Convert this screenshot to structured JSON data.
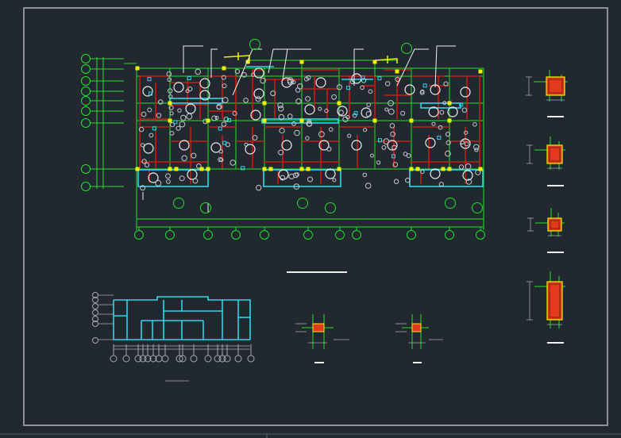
{
  "drawing": {
    "labels": [],
    "colors": {
      "background": "#212830",
      "frame": "#8c9096",
      "axis": "#22e02a",
      "wall": "#cc1a12",
      "fixture": "#c8c8d0",
      "outline": "#2fd6ea",
      "marker": "#eef000",
      "leader": "#f0f0f0",
      "detail_fill": "#e23a1c"
    },
    "grid_bubbles": {
      "bottom_count": 11,
      "left_count": 9
    },
    "details": {
      "right_column_count": 4,
      "small_detail_count": 2
    }
  }
}
